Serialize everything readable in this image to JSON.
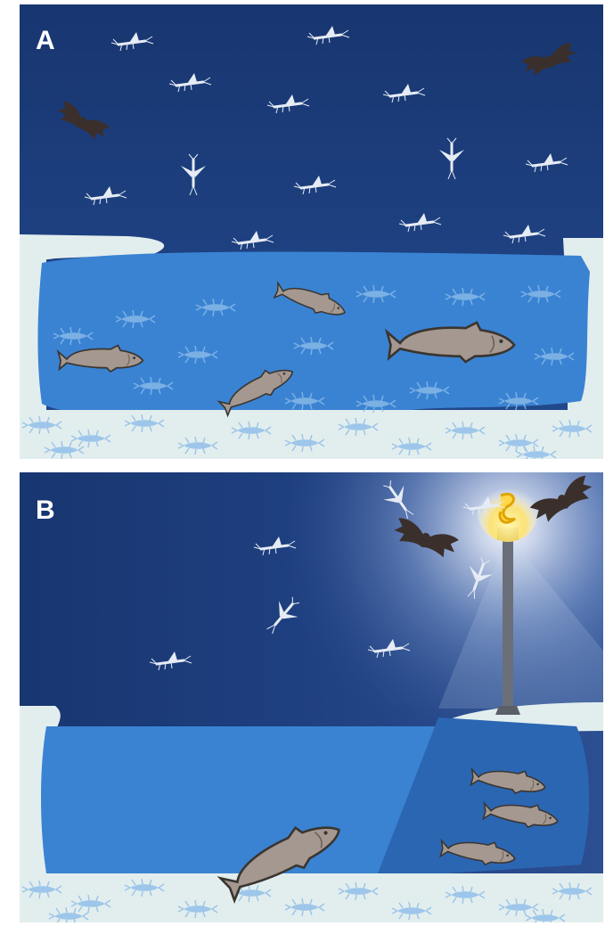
{
  "panels": [
    {
      "label": "A",
      "scene": "natural-night"
    },
    {
      "label": "B",
      "scene": "streetlight-night"
    }
  ],
  "colors": {
    "sky_dark": "#1d3d7c",
    "sky_light": "#c9d6ef",
    "water": "#3a83d3",
    "water_shadow": "#2b66b3",
    "snow_bank": "#e2eeee",
    "fish_body": "#a49890",
    "fish_outline": "#3a3530",
    "insect": "#e6ecf5",
    "bat": "#3b2f2c",
    "lamp_glow": "#fff2a0"
  },
  "icons": [
    "mayfly-icon",
    "bat-icon",
    "fish-icon",
    "street-lamp-icon"
  ]
}
